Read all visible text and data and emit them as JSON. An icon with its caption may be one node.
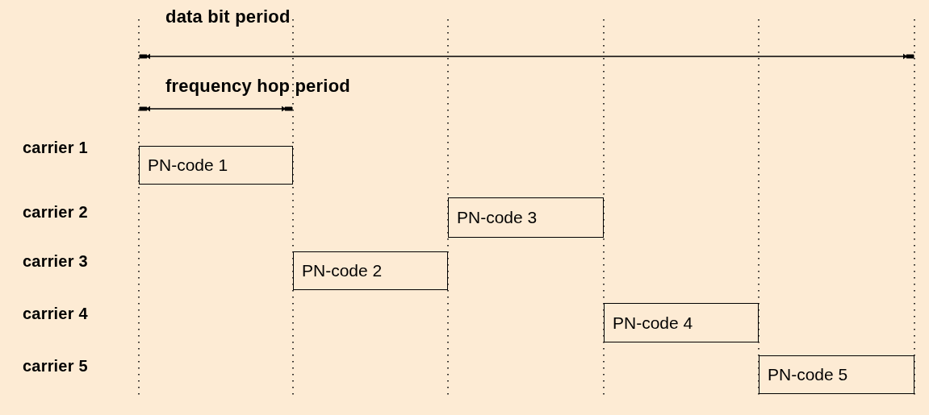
{
  "diagram": {
    "nodes": [
      {
        "text": [
          "PN-code 1"
        ]
      },
      {
        "text": [
          "PN-code 3"
        ]
      },
      {
        "text": [
          "PN-code 2"
        ]
      },
      {
        "text": [
          "PN-code 4"
        ]
      },
      {
        "text": [
          "PN-code 5"
        ]
      }
    ],
    "labels": [
      "data bit period",
      "frequency hop period",
      "carrier 1",
      "carrier 2",
      "carrier 3",
      "carrier 4",
      "carrier 5"
    ]
  }
}
